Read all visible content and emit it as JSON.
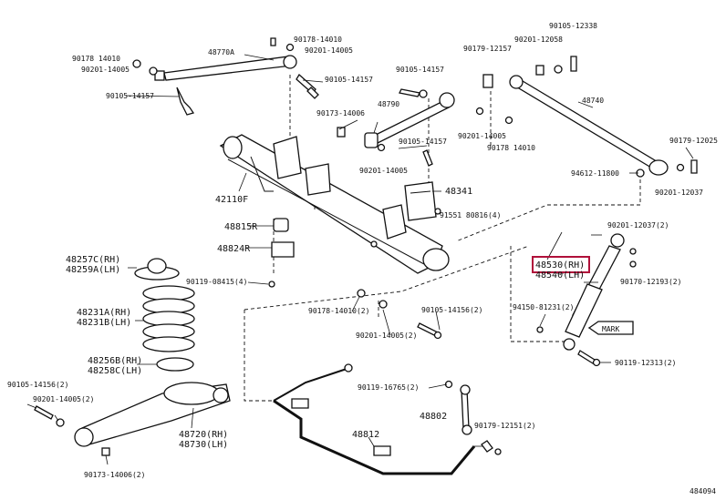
{
  "labels": {
    "l_48770A": "48770A",
    "l_90178_14010_a": "90178-14010",
    "l_90201_14005_a": "90201-14005",
    "l_90178_14010_b": "90178 14010",
    "l_90201_14005_b": "90201-14005",
    "l_90105_14157_a": "90105-14157",
    "l_90105_14157_b": "90105-14157",
    "l_90105_14157_c": "90105-14157",
    "l_48790": "48790",
    "l_90173_14006_a": "90173-14006",
    "l_90105_14157_d": "90105-14157",
    "l_90201_14005_c": "90201-14005",
    "l_90201_14005_d": "90201-14005",
    "l_90178_14010_c": "90178 14010",
    "l_90105_12338": "90105-12338",
    "l_90179_12157": "90179-12157",
    "l_90201_12058": "90201-12058",
    "l_48740": "48740",
    "l_90179_12025": "90179-12025",
    "l_94612_11800": "94612-11800",
    "l_90201_12037_a": "90201-12037",
    "l_42110F": "42110F",
    "l_48341": "48341",
    "l_91551_80816": "91551 80816(4)",
    "l_48815R": "48815R",
    "l_48824R": "48824R",
    "l_48257C": "48257C(RH)",
    "l_48259A": "48259A(LH)",
    "l_90119_08415": "90119-08415(4)",
    "l_48231A": "48231A(RH)",
    "l_48231B": "48231B(LH)",
    "l_90178_14010_d": "90178-14010(2)",
    "l_90105_14156_a": "90105-14156(2)",
    "l_90201_14005_e": "90201-14005(2)",
    "l_90201_12037_b": "90201-12037(2)",
    "l_48530": "48530(RH)",
    "l_48540": "48540(LH)",
    "l_90170_12193": "90170-12193(2)",
    "l_94150_81231": "94150-81231(2)",
    "l_MARK": "MARK",
    "l_90119_12313": "90119-12313(2)",
    "l_48256B": "48256B(RH)",
    "l_48258C": "48258C(LH)",
    "l_90105_14156_b": "90105-14156(2)",
    "l_90201_14005_f": "90201-14005(2)",
    "l_90119_16765": "90119-16765(2)",
    "l_48802": "48802",
    "l_48720": "48720(RH)",
    "l_48730": "48730(LH)",
    "l_90179_12151": "90179-12151(2)",
    "l_48812": "48812",
    "l_90173_14006_b": "90173-14006(2)",
    "l_footer": "484094"
  },
  "colors": {
    "highlight": "#b0103a",
    "ink": "#111111"
  }
}
